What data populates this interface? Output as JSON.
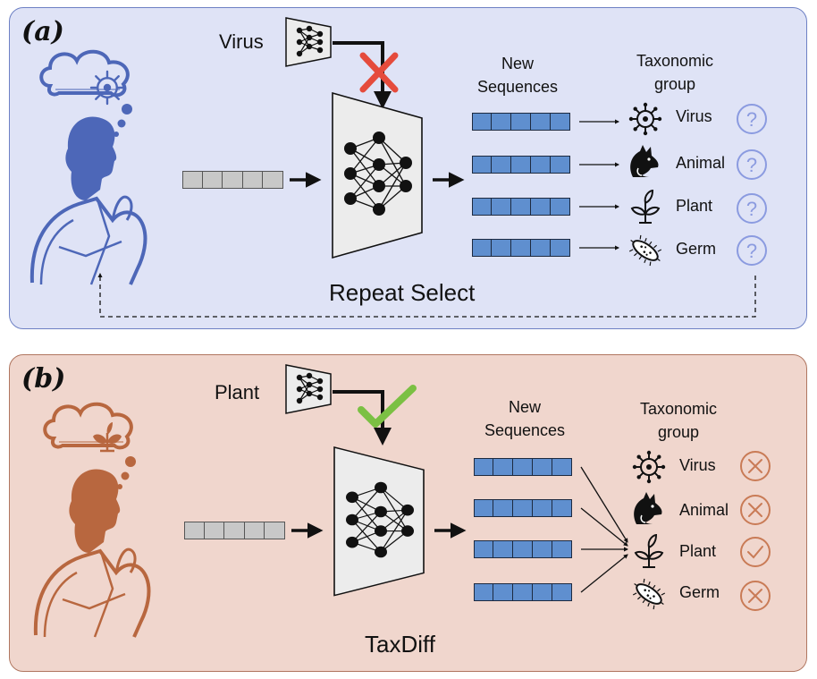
{
  "panel_a": {
    "label": "(a)",
    "condition": "Virus",
    "header_new": [
      "New",
      "Sequences"
    ],
    "header_tax": [
      "Taxonomic",
      "group"
    ],
    "items": [
      {
        "label": "Virus",
        "icon": "virus-icon",
        "status": "question-icon"
      },
      {
        "label": "Animal",
        "icon": "wolf-icon",
        "status": "question-icon"
      },
      {
        "label": "Plant",
        "icon": "sprout-icon",
        "status": "question-icon"
      },
      {
        "label": "Germ",
        "icon": "bacterium-icon",
        "status": "question-icon"
      }
    ],
    "caption": "Repeat Select",
    "marker": "cross-mark-icon",
    "status_glyph": "?"
  },
  "panel_b": {
    "label": "(b)",
    "condition": "Plant",
    "header_new": [
      "New",
      "Sequences"
    ],
    "header_tax": [
      "Taxonomic",
      "group"
    ],
    "items": [
      {
        "label": "Virus",
        "icon": "virus-icon",
        "status": "cross-circle-icon"
      },
      {
        "label": "Animal",
        "icon": "wolf-icon",
        "status": "cross-circle-icon"
      },
      {
        "label": "Plant",
        "icon": "sprout-icon",
        "status": "check-circle-icon"
      },
      {
        "label": "Germ",
        "icon": "bacterium-icon",
        "status": "cross-circle-icon"
      }
    ],
    "caption": "TaxDiff",
    "marker": "check-mark-icon"
  },
  "colors": {
    "panel_a_bg": "#dfe3f6",
    "panel_a_accent": "#4d67b8",
    "panel_b_bg": "#f0d6cd",
    "panel_b_accent": "#b8673f",
    "sequence_blue": "#5f8fcf",
    "input_gray": "#c8c8c8",
    "cross_red": "#e54b3c",
    "check_green": "#7bc043"
  }
}
